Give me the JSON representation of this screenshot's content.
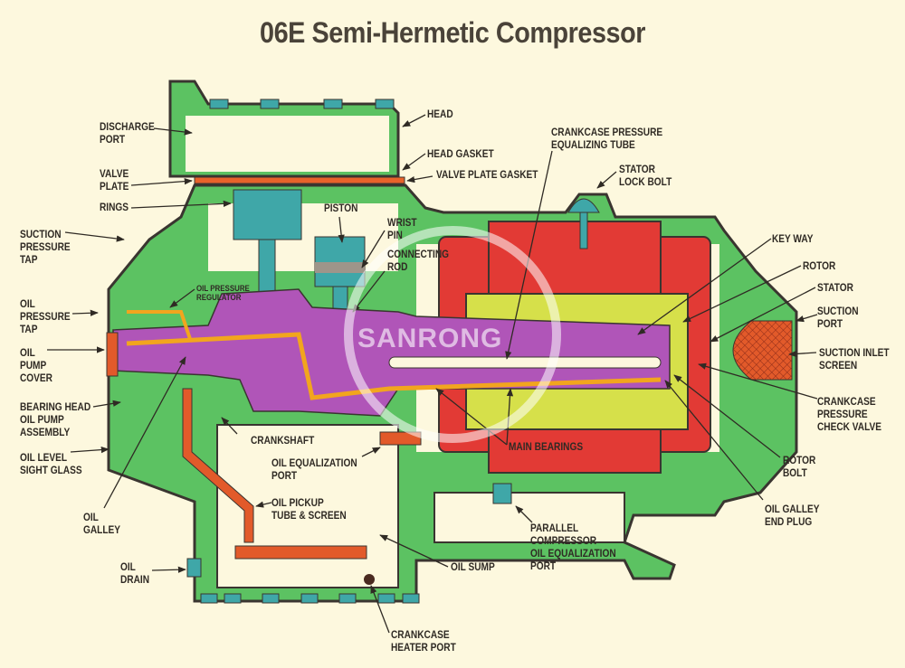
{
  "title": "06E Semi-Hermetic Compressor",
  "watermark": "SANRONG",
  "colors": {
    "background": "#fdf8de",
    "housing": "#5cc262",
    "outline": "#3a3530",
    "stator": "#e23a35",
    "rotor": "#d6e04a",
    "crankshaft": "#b055b8",
    "oil_passage": "#f2a51e",
    "piston": "#3fa7a8",
    "valve_plate": "#e8632a",
    "oil_pickup": "#e25a2a"
  },
  "labels": {
    "discharge_port": "DISCHARGE\nPORT",
    "valve_plate": "VALVE\nPLATE",
    "rings": "RINGS",
    "suction_pressure_tap": "SUCTION\nPRESSURE\nTAP",
    "oil_pressure_tap": "OIL\nPRESSURE\nTAP",
    "oil_pressure_regulator": "OIL PRESSURE\nREGULATOR",
    "oil_pump_cover": "OIL\nPUMP\nCOVER",
    "bearing_head": "BEARING HEAD\nOIL PUMP\nASSEMBLY",
    "oil_level_sight_glass": "OIL LEVEL\nSIGHT GLASS",
    "oil_galley": "OIL\nGALLEY",
    "oil_drain": "OIL\nDRAIN",
    "head": "HEAD",
    "head_gasket": "HEAD GASKET",
    "valve_plate_gasket": "VALVE PLATE GASKET",
    "piston": "PISTON",
    "wrist_pin": "WRIST\nPIN",
    "connecting_rod": "CONNECTING\nROD",
    "crankcase_pressure_equalizing_tube": "CRANKCASE PRESSURE\nEQUALIZING TUBE",
    "stator_lock_bolt": "STATOR\nLOCK BOLT",
    "key_way": "KEY WAY",
    "rotor": "ROTOR",
    "stator": "STATOR",
    "suction_port": "SUCTION\nPORT",
    "suction_inlet_screen": "SUCTION INLET\nSCREEN",
    "crankcase_pressure_check_valve": "CRANKCASE\nPRESSURE\nCHECK VALVE",
    "crankshaft": "CRANKSHAFT",
    "main_bearings": "MAIN BEARINGS",
    "oil_equalization_port": "OIL EQUALIZATION\nPORT",
    "oil_pickup": "OIL PICKUP\nTUBE & SCREEN",
    "oil_sump": "OIL SUMP",
    "parallel_port": "PARALLEL\nCOMPRESSOR\nOIL EQUALIZATION\nPORT",
    "rotor_bolt": "ROTOR\nBOLT",
    "oil_galley_end_plug": "OIL GALLEY\nEND PLUG",
    "crankcase_heater_port": "CRANKCASE\nHEATER PORT"
  }
}
